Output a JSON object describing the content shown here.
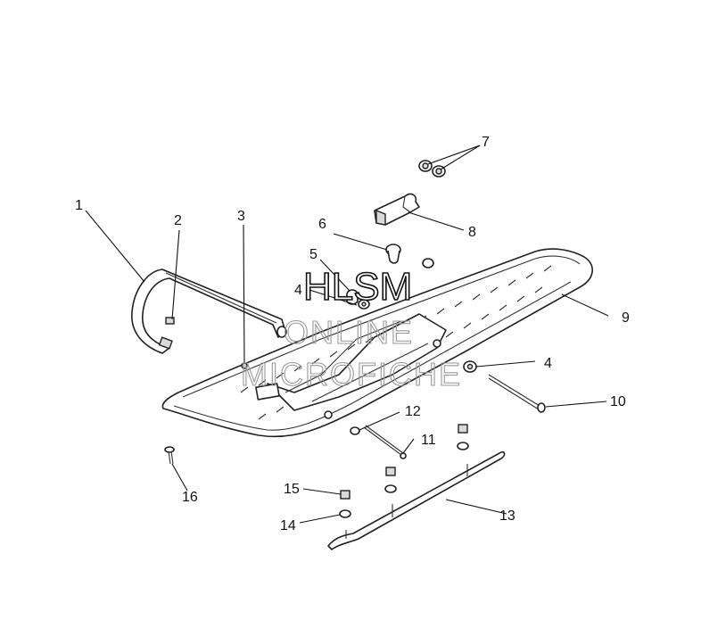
{
  "watermark": {
    "line1": "HLSM",
    "line2": "ONLINE",
    "line3": "MICROFICHE"
  },
  "callouts": [
    {
      "id": "c1",
      "label": "1"
    },
    {
      "id": "c2",
      "label": "2"
    },
    {
      "id": "c3",
      "label": "3"
    },
    {
      "id": "c4a",
      "label": "4"
    },
    {
      "id": "c4b",
      "label": "4"
    },
    {
      "id": "c5",
      "label": "5"
    },
    {
      "id": "c6",
      "label": "6"
    },
    {
      "id": "c7",
      "label": "7"
    },
    {
      "id": "c8",
      "label": "8"
    },
    {
      "id": "c9",
      "label": "9"
    },
    {
      "id": "c10",
      "label": "10"
    },
    {
      "id": "c11",
      "label": "11"
    },
    {
      "id": "c12",
      "label": "12"
    },
    {
      "id": "c13",
      "label": "13"
    },
    {
      "id": "c14",
      "label": "14"
    },
    {
      "id": "c15",
      "label": "15"
    },
    {
      "id": "c16",
      "label": "16"
    }
  ]
}
